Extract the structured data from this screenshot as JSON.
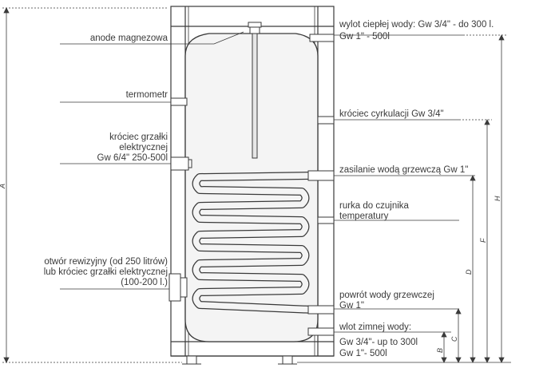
{
  "labels": {
    "anode": "anode magnezowa",
    "thermometer": "termometr",
    "heater_line1": "króciec grzałki",
    "heater_line2": "elektrycznej",
    "heater_line3": "Gw 6/4\" 250-500l",
    "inspection_line1": "otwór rewizyjny (od 250 litrów)",
    "inspection_line2": "lub króciec grzałki elektrycznej",
    "inspection_line3": "(100-200 l.)",
    "hot_outlet_line1": "wylot ciepłej wody: Gw 3/4\" - do 300 l.",
    "hot_outlet_line2": "Gw 1\" - 500l",
    "circulation": "króciec cyrkulacji Gw 3/4\"",
    "heating_supply": "zasilanie wodą grzewczą Gw 1\"",
    "sensor_line1": "rurka do czujnika",
    "sensor_line2": "temperatury",
    "heating_return_line1": "powrót wody grzewczej",
    "heating_return_line2": "Gw 1\"",
    "cold_inlet_line1": "wlot zimnej wody:",
    "cold_inlet_line2": "Gw 3/4\"- up to 300l",
    "cold_inlet_line3": "Gw 1\"- 500l"
  },
  "dimensions": {
    "A": "A",
    "B": "B",
    "C": "C",
    "D": "D",
    "F": "F",
    "H": "H"
  },
  "colors": {
    "line": "#3a3a3a",
    "tank_fill": "#f4f4f4",
    "frame_fill": "#ffffff"
  }
}
